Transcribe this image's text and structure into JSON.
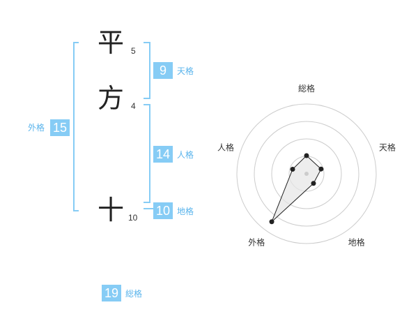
{
  "name_chars": [
    {
      "char": "平",
      "strokes": "5"
    },
    {
      "char": "方",
      "strokes": "4"
    },
    {
      "char": "十",
      "strokes": "10"
    }
  ],
  "fortunes": {
    "tenkaku": {
      "label": "天格",
      "value": "9"
    },
    "jinkaku": {
      "label": "人格",
      "value": "14"
    },
    "chikaku": {
      "label": "地格",
      "value": "10"
    },
    "gaikaku": {
      "label": "外格",
      "value": "15"
    },
    "soukaku": {
      "label": "総格",
      "value": "19"
    }
  },
  "colors": {
    "accent": "#86ccf5",
    "accent_text": "#5ab4ec",
    "ring": "#cccccc",
    "polygon_fill": "#e6e6e6"
  },
  "chart_data": {
    "type": "radar",
    "axes": [
      "総格",
      "天格",
      "地格",
      "外格",
      "人格"
    ],
    "values": [
      0.26,
      0.22,
      0.17,
      0.85,
      0.21
    ],
    "rings": 4
  }
}
